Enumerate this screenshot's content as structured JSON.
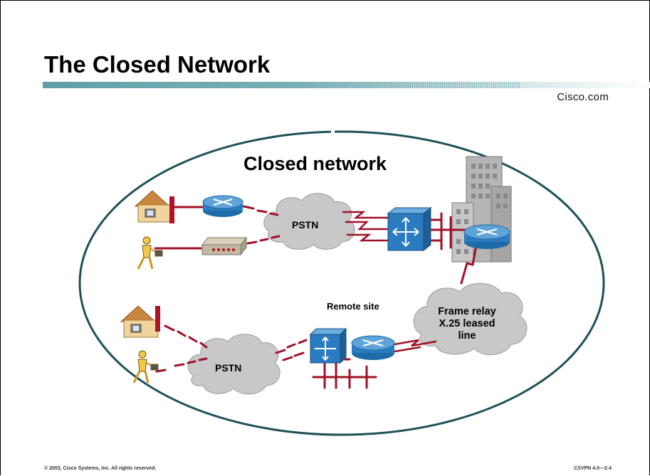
{
  "slide": {
    "title": "The Closed Network",
    "brand": "Cisco.com",
    "footer_left": "© 2003, Cisco Systems, Inc. All rights reserved.",
    "footer_right": "CSVPN 4.0—2-4"
  },
  "diagram": {
    "boundary_label": "Closed network",
    "remote_site_label": "Remote site",
    "pstn_top_label": "PSTN",
    "pstn_bottom_label": "PSTN",
    "wan_label_line1": "Frame relay",
    "wan_label_line2": "X.25 leased",
    "wan_label_line3": "line"
  },
  "colors": {
    "link_red": "#a01027",
    "cisco_blue": "#2a7bbf",
    "cloud_gray": "#c8c8c8",
    "band_teal": "#5f9ea6",
    "boundary": "#1e5157"
  }
}
